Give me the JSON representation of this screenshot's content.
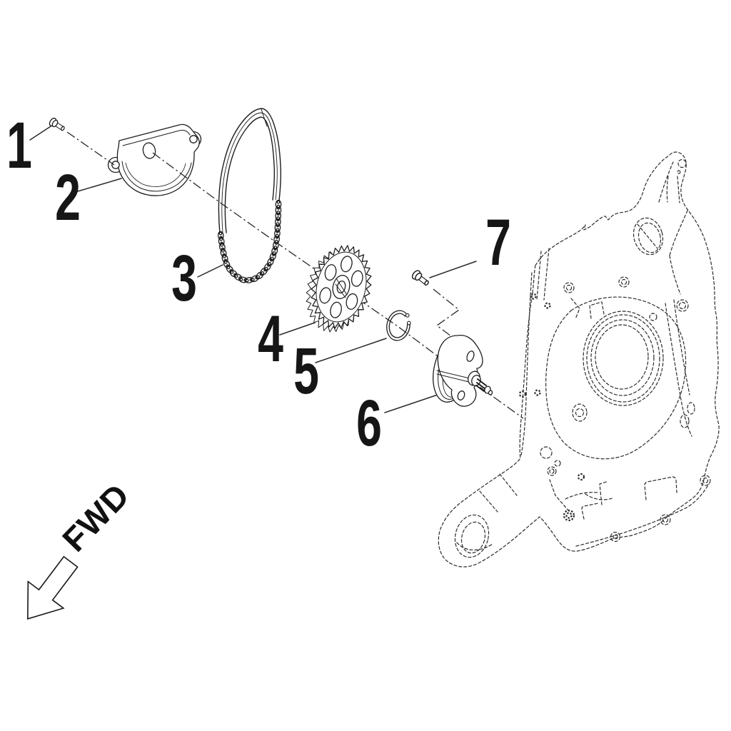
{
  "diagram": {
    "type": "exploded-parts-diagram",
    "subject": "oil-pump-assembly",
    "background": "#ffffff",
    "ink": "#1d1d1d",
    "callouts": [
      {
        "label": "1",
        "part": "pan-head-bolt"
      },
      {
        "label": "2",
        "part": "oil-pump-chain-cover"
      },
      {
        "label": "3",
        "part": "oil-pump-drive-chain"
      },
      {
        "label": "4",
        "part": "oil-pump-driven-sprocket"
      },
      {
        "label": "5",
        "part": "retaining-ring"
      },
      {
        "label": "6",
        "part": "oil-pump"
      },
      {
        "label": "7",
        "part": "flange-bolt"
      }
    ],
    "reference_component": "crankcase-half-ghosted",
    "direction_arrow": {
      "label": "FWD"
    }
  }
}
